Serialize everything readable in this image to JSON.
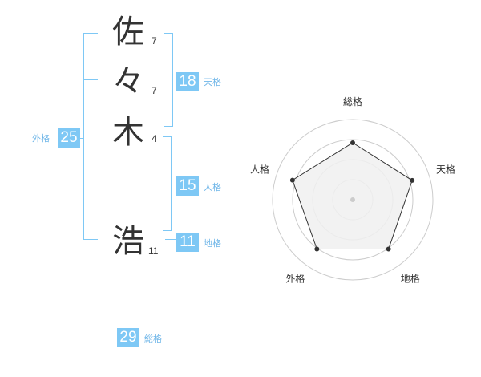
{
  "name": {
    "characters": [
      {
        "char": "佐",
        "strokes": "7"
      },
      {
        "char": "々",
        "strokes": "7"
      },
      {
        "char": "木",
        "strokes": "4"
      },
      {
        "char": "浩",
        "strokes": "11"
      }
    ]
  },
  "kaku": {
    "tenkaku": {
      "value": "18",
      "label": "天格"
    },
    "jinkaku": {
      "value": "15",
      "label": "人格"
    },
    "chikaku": {
      "value": "11",
      "label": "地格"
    },
    "gaikaku": {
      "value": "25",
      "label": "外格"
    },
    "soukaku": {
      "value": "29",
      "label": "総格"
    }
  },
  "radar": {
    "axes": [
      "総格",
      "天格",
      "地格",
      "外格",
      "人格"
    ],
    "values": [
      0.71,
      0.78,
      0.76,
      0.76,
      0.79
    ],
    "rings": 4,
    "colors": {
      "ring": "#cccccc",
      "fill": "#f0f0f0",
      "stroke": "#333333",
      "point": "#333333",
      "center": "#cccccc"
    }
  }
}
